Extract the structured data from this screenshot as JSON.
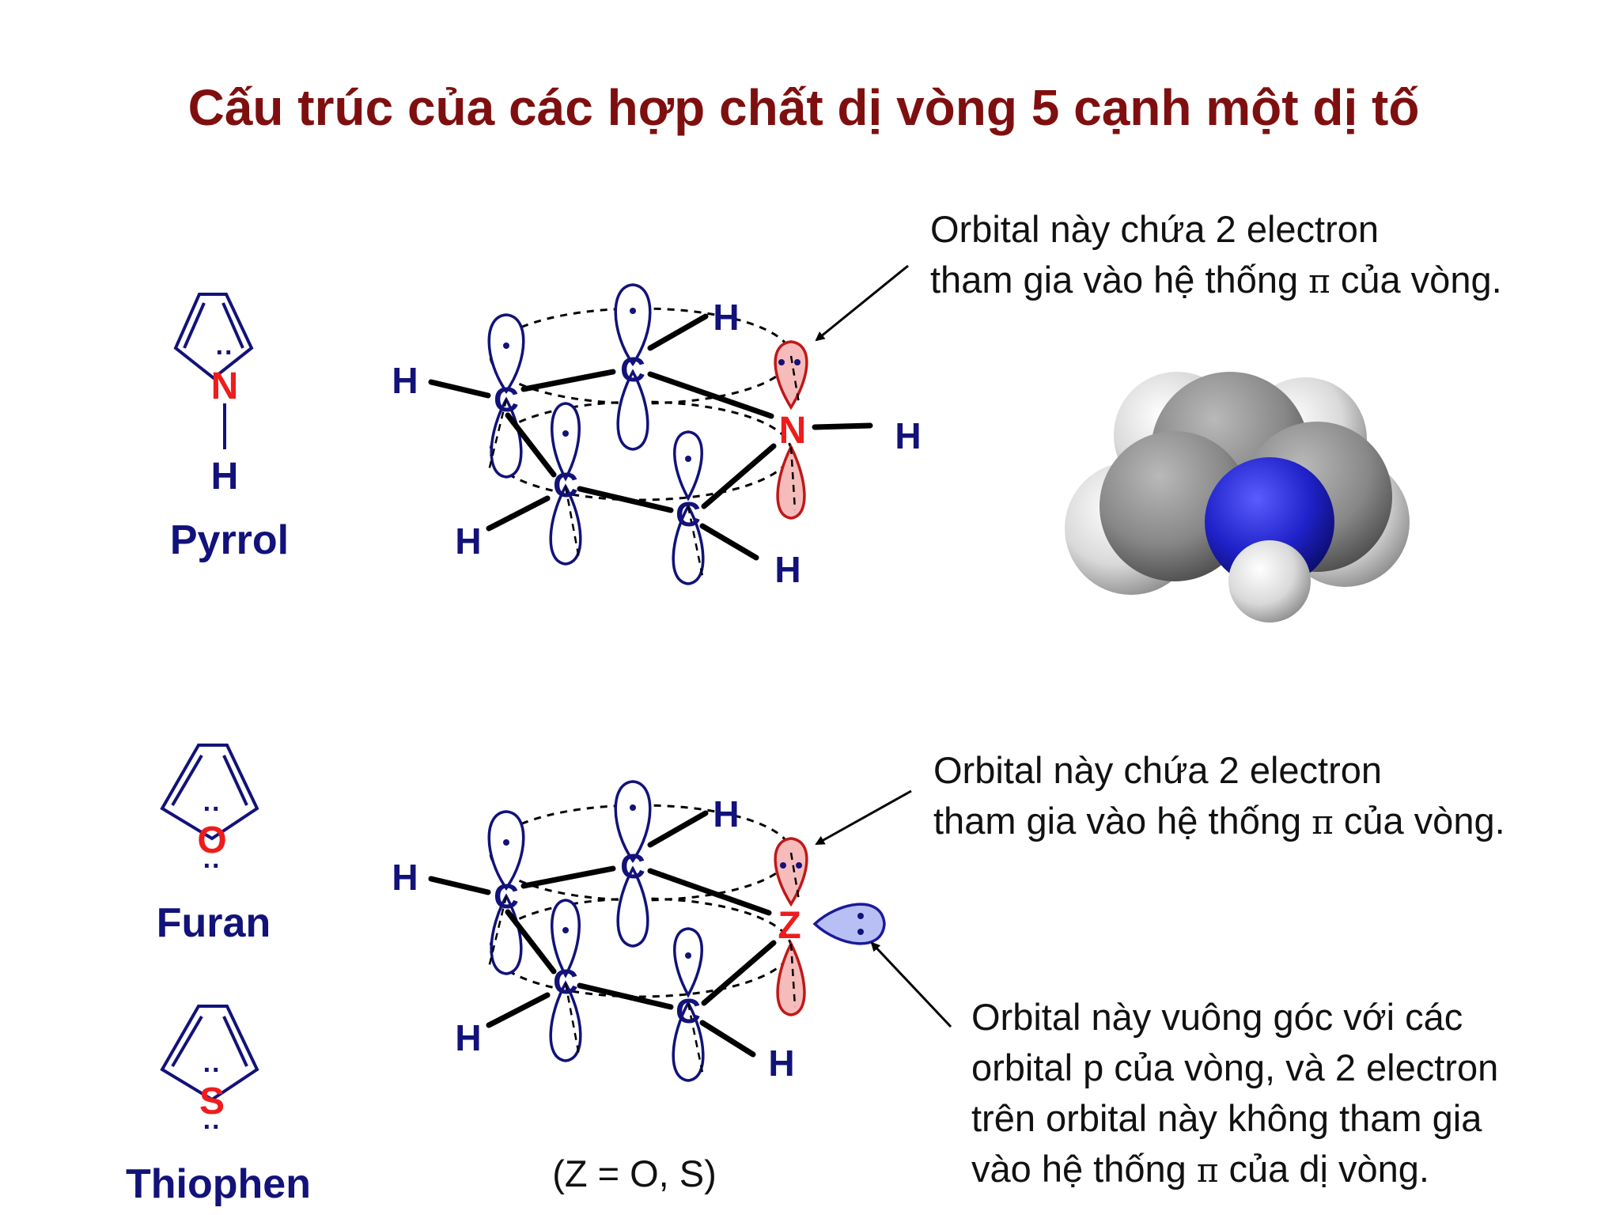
{
  "title": "Cấu trúc của các hợp chất dị vòng 5 cạnh một dị tố",
  "pyrrol": {
    "heteroatom": "N",
    "substituent": "H",
    "name": "Pyrrol",
    "orbital_note": {
      "line1": "Orbital này chứa 2 electron",
      "line2_pre": "tham gia vào hệ thống ",
      "pi": "π",
      "line2_post": " của vòng."
    }
  },
  "furan": {
    "heteroatom": "O",
    "name": "Furan"
  },
  "thiophen": {
    "heteroatom": "S",
    "name": "Thiophen"
  },
  "atoms": {
    "carbon": "C",
    "hydrogen": "H",
    "nitrogen": "N",
    "z": "Z"
  },
  "lone_pair": "··",
  "z_note": "(Z = O, S)",
  "furan_orbital_note": {
    "line1": "Orbital này chứa 2 electron",
    "line2_pre": "tham gia vào hệ thống ",
    "pi": "π",
    "line2_post": " của vòng."
  },
  "perpendicular_note": {
    "line1": "Orbital này vuông góc với các",
    "line2": "orbital p của vòng, và 2 electron",
    "line3": "trên orbital này không tham gia",
    "line4_pre": "vào hệ thống ",
    "pi": "π",
    "line4_post": " của dị vòng."
  },
  "colors": {
    "title": "#7f0f0f",
    "label": "#12127a",
    "heteroatom": "#ee1c1c",
    "nitrogen_ball": "#1f22c8",
    "carbon_ball": "#8a8a8a",
    "hydrogen_ball": "#e6e6e6"
  }
}
